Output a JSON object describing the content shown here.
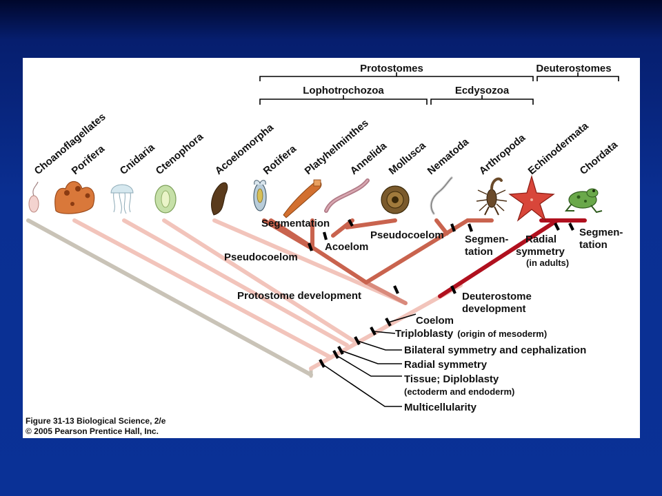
{
  "groups": {
    "protostomes": "Protostomes",
    "deuterostomes": "Deuterostomes",
    "lophotrochozoa": "Lophotrochozoa",
    "ecdysozoa": "Ecdysozoa"
  },
  "taxa": [
    "Choanoflagellates",
    "Porifera",
    "Cnidaria",
    "Ctenophora",
    "Acoelomorpha",
    "Rotifera",
    "Platyhelminthes",
    "Annelida",
    "Mollusca",
    "Nematoda",
    "Arthropoda",
    "Echinodermata",
    "Chordata"
  ],
  "traits": {
    "segmentation": "Segmentation",
    "acoelom": "Acoelom",
    "pseudocoelom_left": "Pseudocoelom",
    "pseudocoelom_right": "Pseudocoelom",
    "segmentation_arthropoda_1": "Segmen-",
    "segmentation_arthropoda_2": "tation",
    "radial_symmetry_adult_1": "Radial",
    "radial_symmetry_adult_2": "symmetry",
    "radial_symmetry_adult_3": "(in adults)",
    "segmentation_chordata_1": "Segmen-",
    "segmentation_chordata_2": "tation",
    "protostome_development": "Protostome development",
    "deuterostome_development_1": "Deuterostome",
    "deuterostome_development_2": "development",
    "coelom": "Coelom",
    "triploblasty": "Triploblasty",
    "triploblasty_note": "(origin of mesoderm)",
    "bilateral": "Bilateral symmetry and cephalization",
    "radial": "Radial symmetry",
    "tissue": "Tissue; Diploblasty",
    "tissue_note": "(ectoderm and endoderm)",
    "multicellularity": "Multicellularity"
  },
  "caption": {
    "line1": "Figure 31-13  Biological Science, 2/e",
    "line2": "© 2005 Pearson Prentice Hall, Inc."
  },
  "colors": {
    "background": "#0a3196",
    "branch_pale": "#f2c4bb",
    "branch_mid": "#e8a79a",
    "branch_proto": "#d98a7c",
    "branch_deep": "#c9634e",
    "branch_deutero": "#b0101e",
    "branch_grey": "#c9c3b7"
  }
}
